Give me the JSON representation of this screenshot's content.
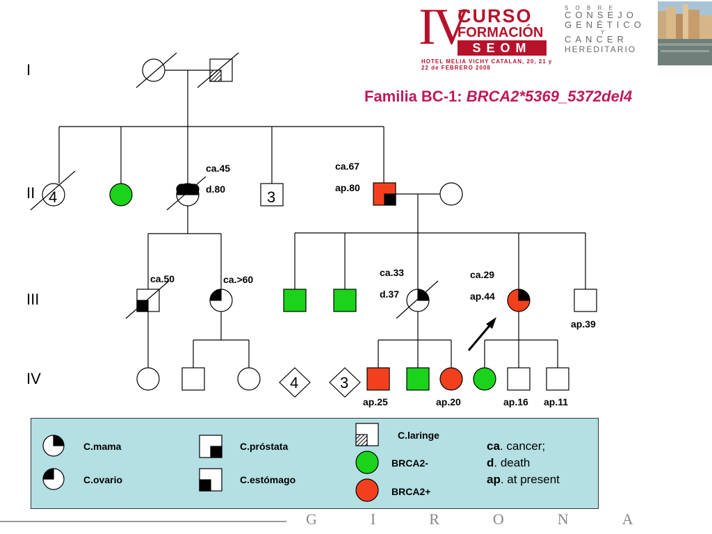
{
  "title": {
    "prefix": "Familia BC-1: ",
    "gene": "BRCA2*5369_5372del4"
  },
  "header": {
    "roman": "IV",
    "curso": "CURSO",
    "formacion": "FORMACIÓN",
    "seom": "SEOM",
    "hotel": "HOTEL MELIA VICHY CATALAN, 20, 21 y 22 de FEBRERO 2008",
    "consejo_lines": [
      "S O B R E",
      "CONSEJO",
      "GENÉTICO",
      "Y",
      "CANCER",
      "HEREDITARIO"
    ]
  },
  "generations": [
    "I",
    "II",
    "III",
    "IV"
  ],
  "counts": {
    "ii_left": "4",
    "ii_brother": "3",
    "iv_diamond_a": "4",
    "iv_diamond_b": "3"
  },
  "annotations": {
    "ii3_ca": "ca.45",
    "ii3_d": "d.80",
    "ii5_ca": "ca.67",
    "ii5_ap": "ap.80",
    "iii1_ca": "ca.50",
    "iii2_ca": "ca.>60",
    "iii5_ca": "ca.33",
    "iii5_d": "d.37",
    "iii6_ca": "ca.29",
    "iii6_ap": "ap.44",
    "iii7_ap": "ap.39",
    "iv_ap25": "ap.25",
    "iv_ap20": "ap.20",
    "iv_ap16": "ap.16",
    "iv_ap11": "ap.11"
  },
  "legend": {
    "mama": "C.mama",
    "ovario": "C.ovario",
    "prostata": "C.próstata",
    "estomago": "C.estómago",
    "laringe": "C.laringe",
    "brca_neg": "BRCA2-",
    "brca_pos": "BRCA2+",
    "defs": [
      {
        "abbr": "ca",
        "text": ". cancer;"
      },
      {
        "abbr": "d",
        "text": ". death"
      },
      {
        "abbr": "ap",
        "text": ". at present"
      }
    ]
  },
  "footer": {
    "city": "GIRONA"
  },
  "colors": {
    "positive": "#f2401e",
    "negative": "#1bd31b",
    "legend_bg": "#b4dfe3",
    "title": "#c0185a",
    "brand": "#b6122b"
  }
}
